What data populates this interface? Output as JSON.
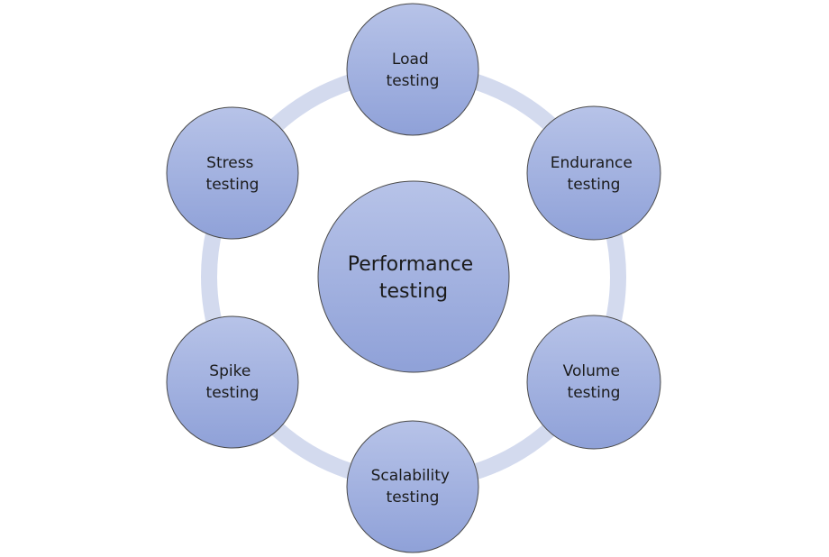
{
  "colors": {
    "ring": "#d3daee",
    "node_fill_top": "#b7c3e8",
    "node_fill_bottom": "#8fa1d8",
    "node_stroke": "#4a4a4a",
    "text": "#1b1b1b"
  },
  "center": {
    "lines": [
      "Performance",
      "testing"
    ]
  },
  "nodes": [
    {
      "id": "load",
      "lines": [
        "Load",
        "testing"
      ]
    },
    {
      "id": "endurance",
      "lines": [
        "Endurance",
        "testing"
      ]
    },
    {
      "id": "volume",
      "lines": [
        "Volume",
        "testing"
      ]
    },
    {
      "id": "scalability",
      "lines": [
        "Scalability",
        "testing"
      ]
    },
    {
      "id": "spike",
      "lines": [
        "Spike",
        "testing"
      ]
    },
    {
      "id": "stress",
      "lines": [
        "Stress",
        "testing"
      ]
    }
  ]
}
